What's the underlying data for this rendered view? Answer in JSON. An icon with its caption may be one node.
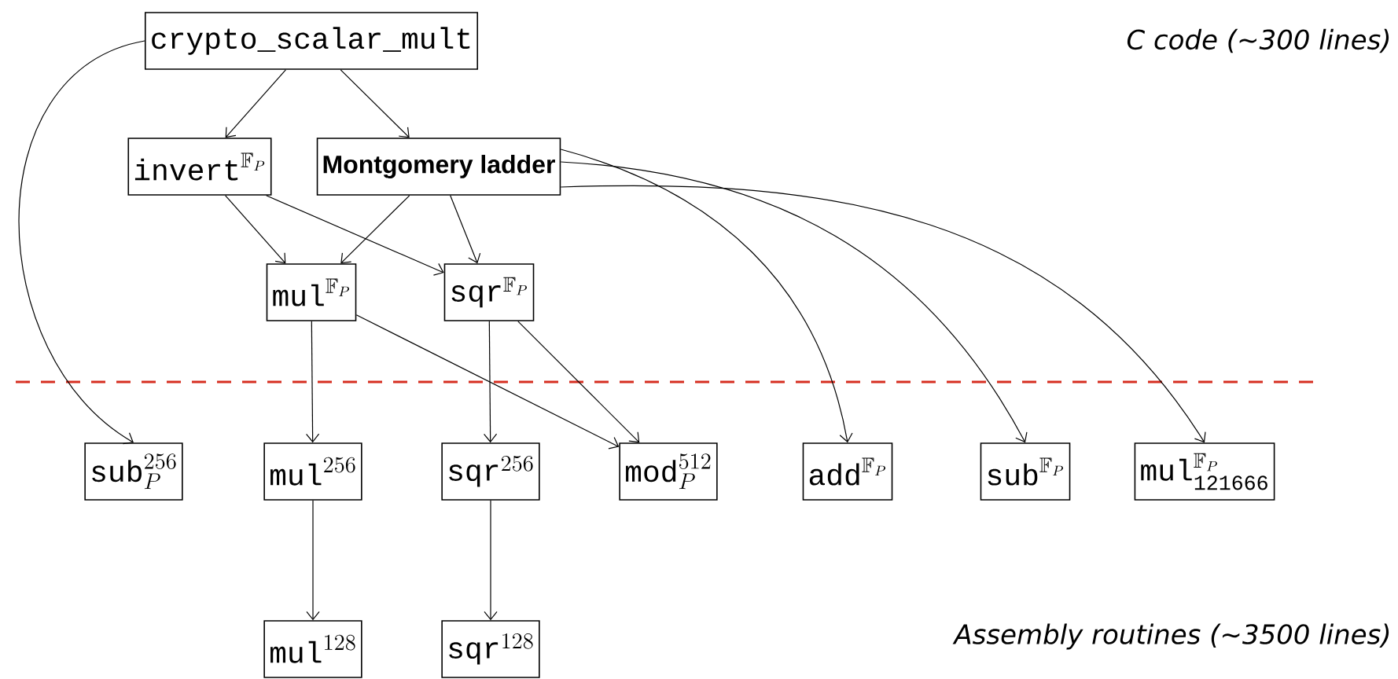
{
  "diagram": {
    "nodes": [
      {
        "text": [
          "\\texttt{crypto\\_scalar\\_mult}"
        ]
      },
      {
        "text": [
          "\\texttt{invert}^{\\mathbb{F}_P}"
        ]
      },
      {
        "text": [
          "Montgomery ladder"
        ]
      },
      {
        "text": [
          "\\texttt{mul}^{\\mathbb{F}_P}"
        ]
      },
      {
        "text": [
          "\\texttt{sqr}^{\\mathbb{F}_P}"
        ]
      },
      {
        "text": [
          "\\texttt{sub}_P^{256}"
        ]
      },
      {
        "text": [
          "\\texttt{mul}^{256}"
        ]
      },
      {
        "text": [
          "\\texttt{sqr}^{256}"
        ]
      },
      {
        "text": [
          "\\texttt{mod}_P^{512}"
        ]
      },
      {
        "text": [
          "\\texttt{add}^{\\mathbb{F}_P}"
        ]
      },
      {
        "text": [
          "\\texttt{sub}^{\\mathbb{F}_P}"
        ]
      },
      {
        "text": [
          "\\texttt{mul}_{\\mathtt{121666}}^{\\mathbb{F}_P}"
        ]
      },
      {
        "text": [
          "\\texttt{mul}^{128}"
        ]
      },
      {
        "text": [
          "\\texttt{sqr}^{128}"
        ]
      }
    ],
    "edges": [
      {
        "from": 0,
        "to": 1,
        "arrow": "to"
      },
      {
        "from": 0,
        "to": 2,
        "arrow": "to"
      },
      {
        "from": 0,
        "to": 5,
        "arrow": "to"
      },
      {
        "from": 1,
        "to": 3,
        "arrow": "to"
      },
      {
        "from": 1,
        "to": 4,
        "arrow": "to"
      },
      {
        "from": 2,
        "to": 3,
        "arrow": "to"
      },
      {
        "from": 2,
        "to": 4,
        "arrow": "to"
      },
      {
        "from": 2,
        "to": 9,
        "arrow": "to"
      },
      {
        "from": 2,
        "to": 10,
        "arrow": "to"
      },
      {
        "from": 2,
        "to": 11,
        "arrow": "to"
      },
      {
        "from": 3,
        "to": 6,
        "arrow": "to"
      },
      {
        "from": 3,
        "to": 8,
        "arrow": "to"
      },
      {
        "from": 4,
        "to": 7,
        "arrow": "to"
      },
      {
        "from": 4,
        "to": 8,
        "arrow": "to"
      },
      {
        "from": 6,
        "to": 12,
        "arrow": "to"
      },
      {
        "from": 7,
        "to": 13,
        "arrow": "to"
      }
    ],
    "labels": [
      "C code (∼300 lines)",
      "Assembly routines (∼3500 lines)"
    ]
  }
}
